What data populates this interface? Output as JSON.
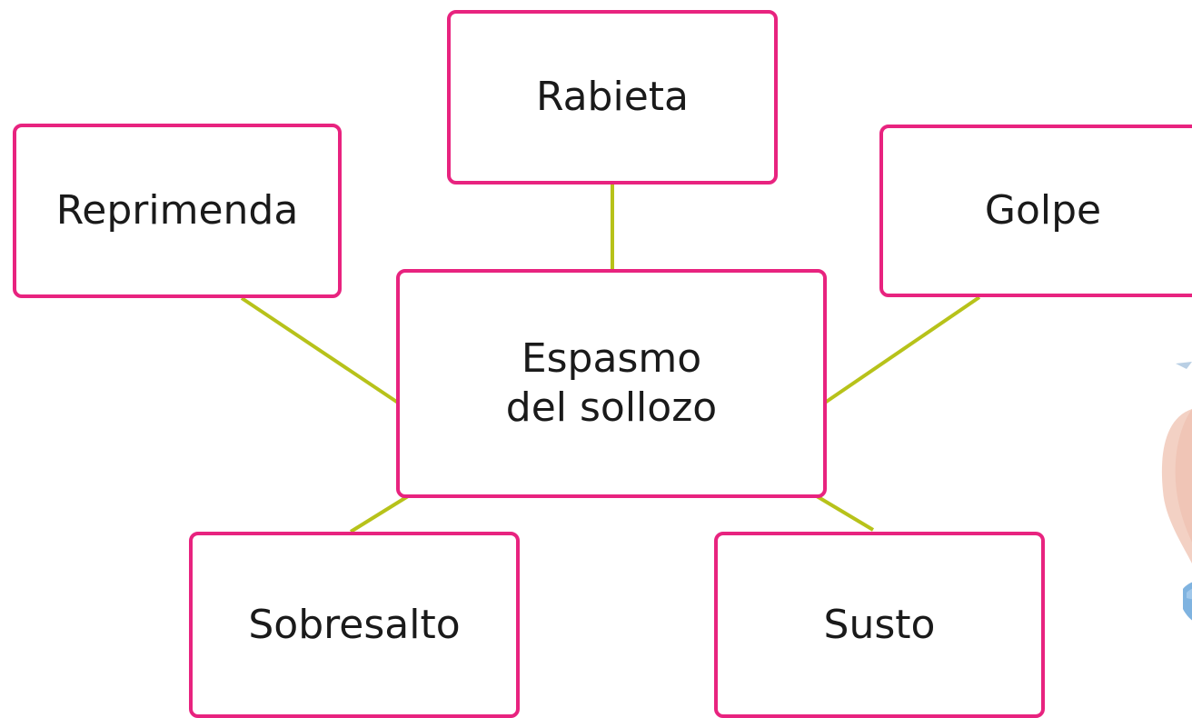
{
  "diagram": {
    "center": {
      "label": "Espasmo\ndel sollozo"
    },
    "nodes": {
      "reprimenda": {
        "label": "Reprimenda"
      },
      "rabieta": {
        "label": "Rabieta"
      },
      "golpe": {
        "label": "Golpe"
      },
      "sobresalto": {
        "label": "Sobresalto"
      },
      "susto": {
        "label": "Susto"
      }
    }
  },
  "colors": {
    "box_border": "#e8237f",
    "connector": "#b7c21a",
    "text": "#1a1a1a",
    "background": "#ffffff"
  }
}
